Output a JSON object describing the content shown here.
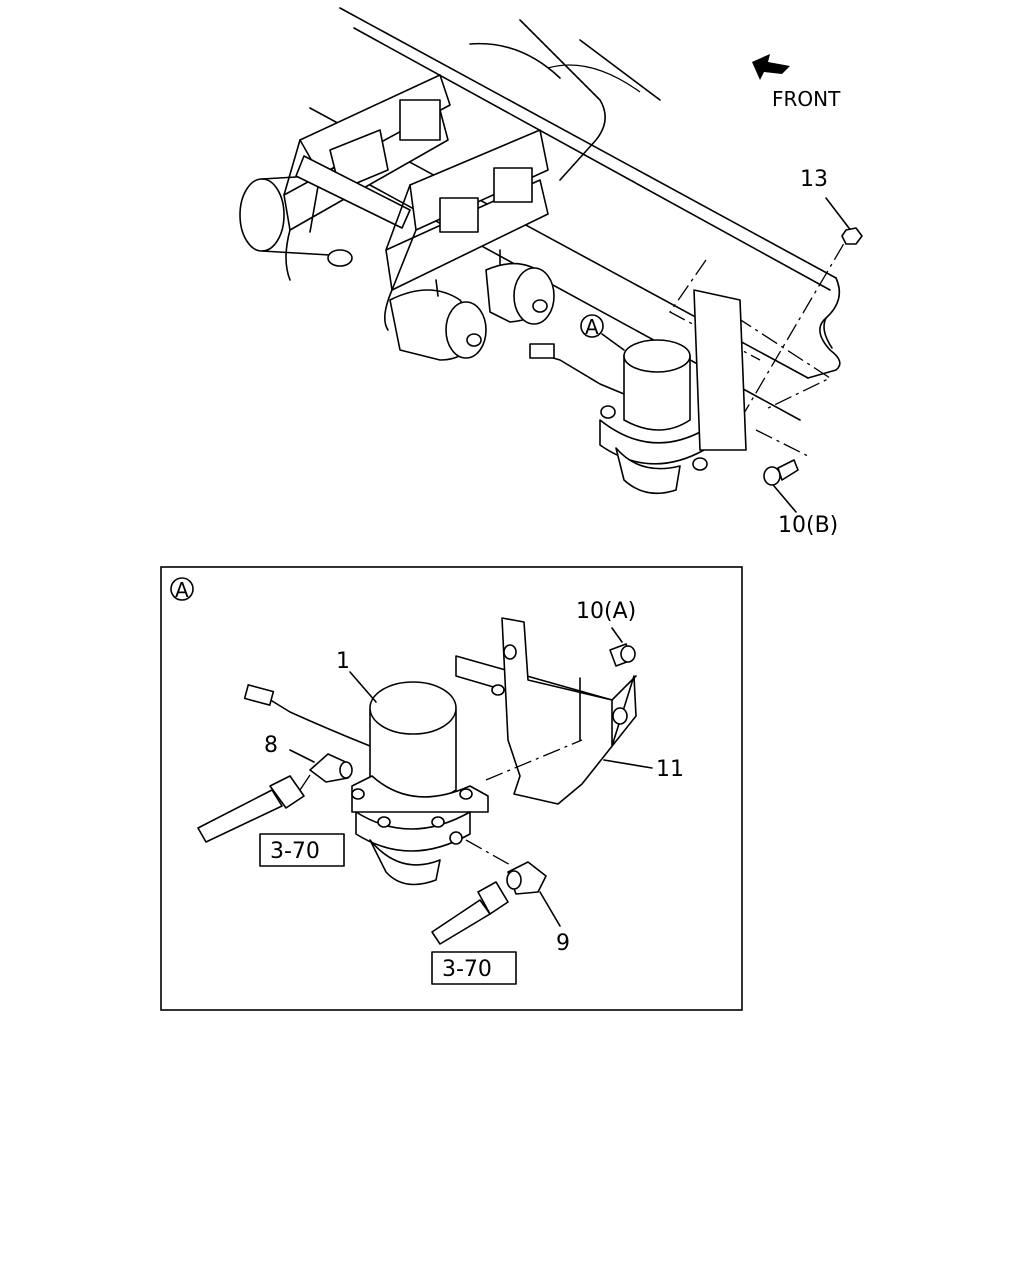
{
  "direction": {
    "label": "FRONT"
  },
  "callouts": {
    "p13": "13",
    "p10b": "10(B)",
    "detail_a_marker": "A",
    "p1": "1",
    "p8": "8",
    "p9": "9",
    "p11": "11",
    "p10a": "10(A)"
  },
  "detail": {
    "label": "A"
  },
  "references": {
    "ref_left": "3-70",
    "ref_bottom": "3-70"
  }
}
